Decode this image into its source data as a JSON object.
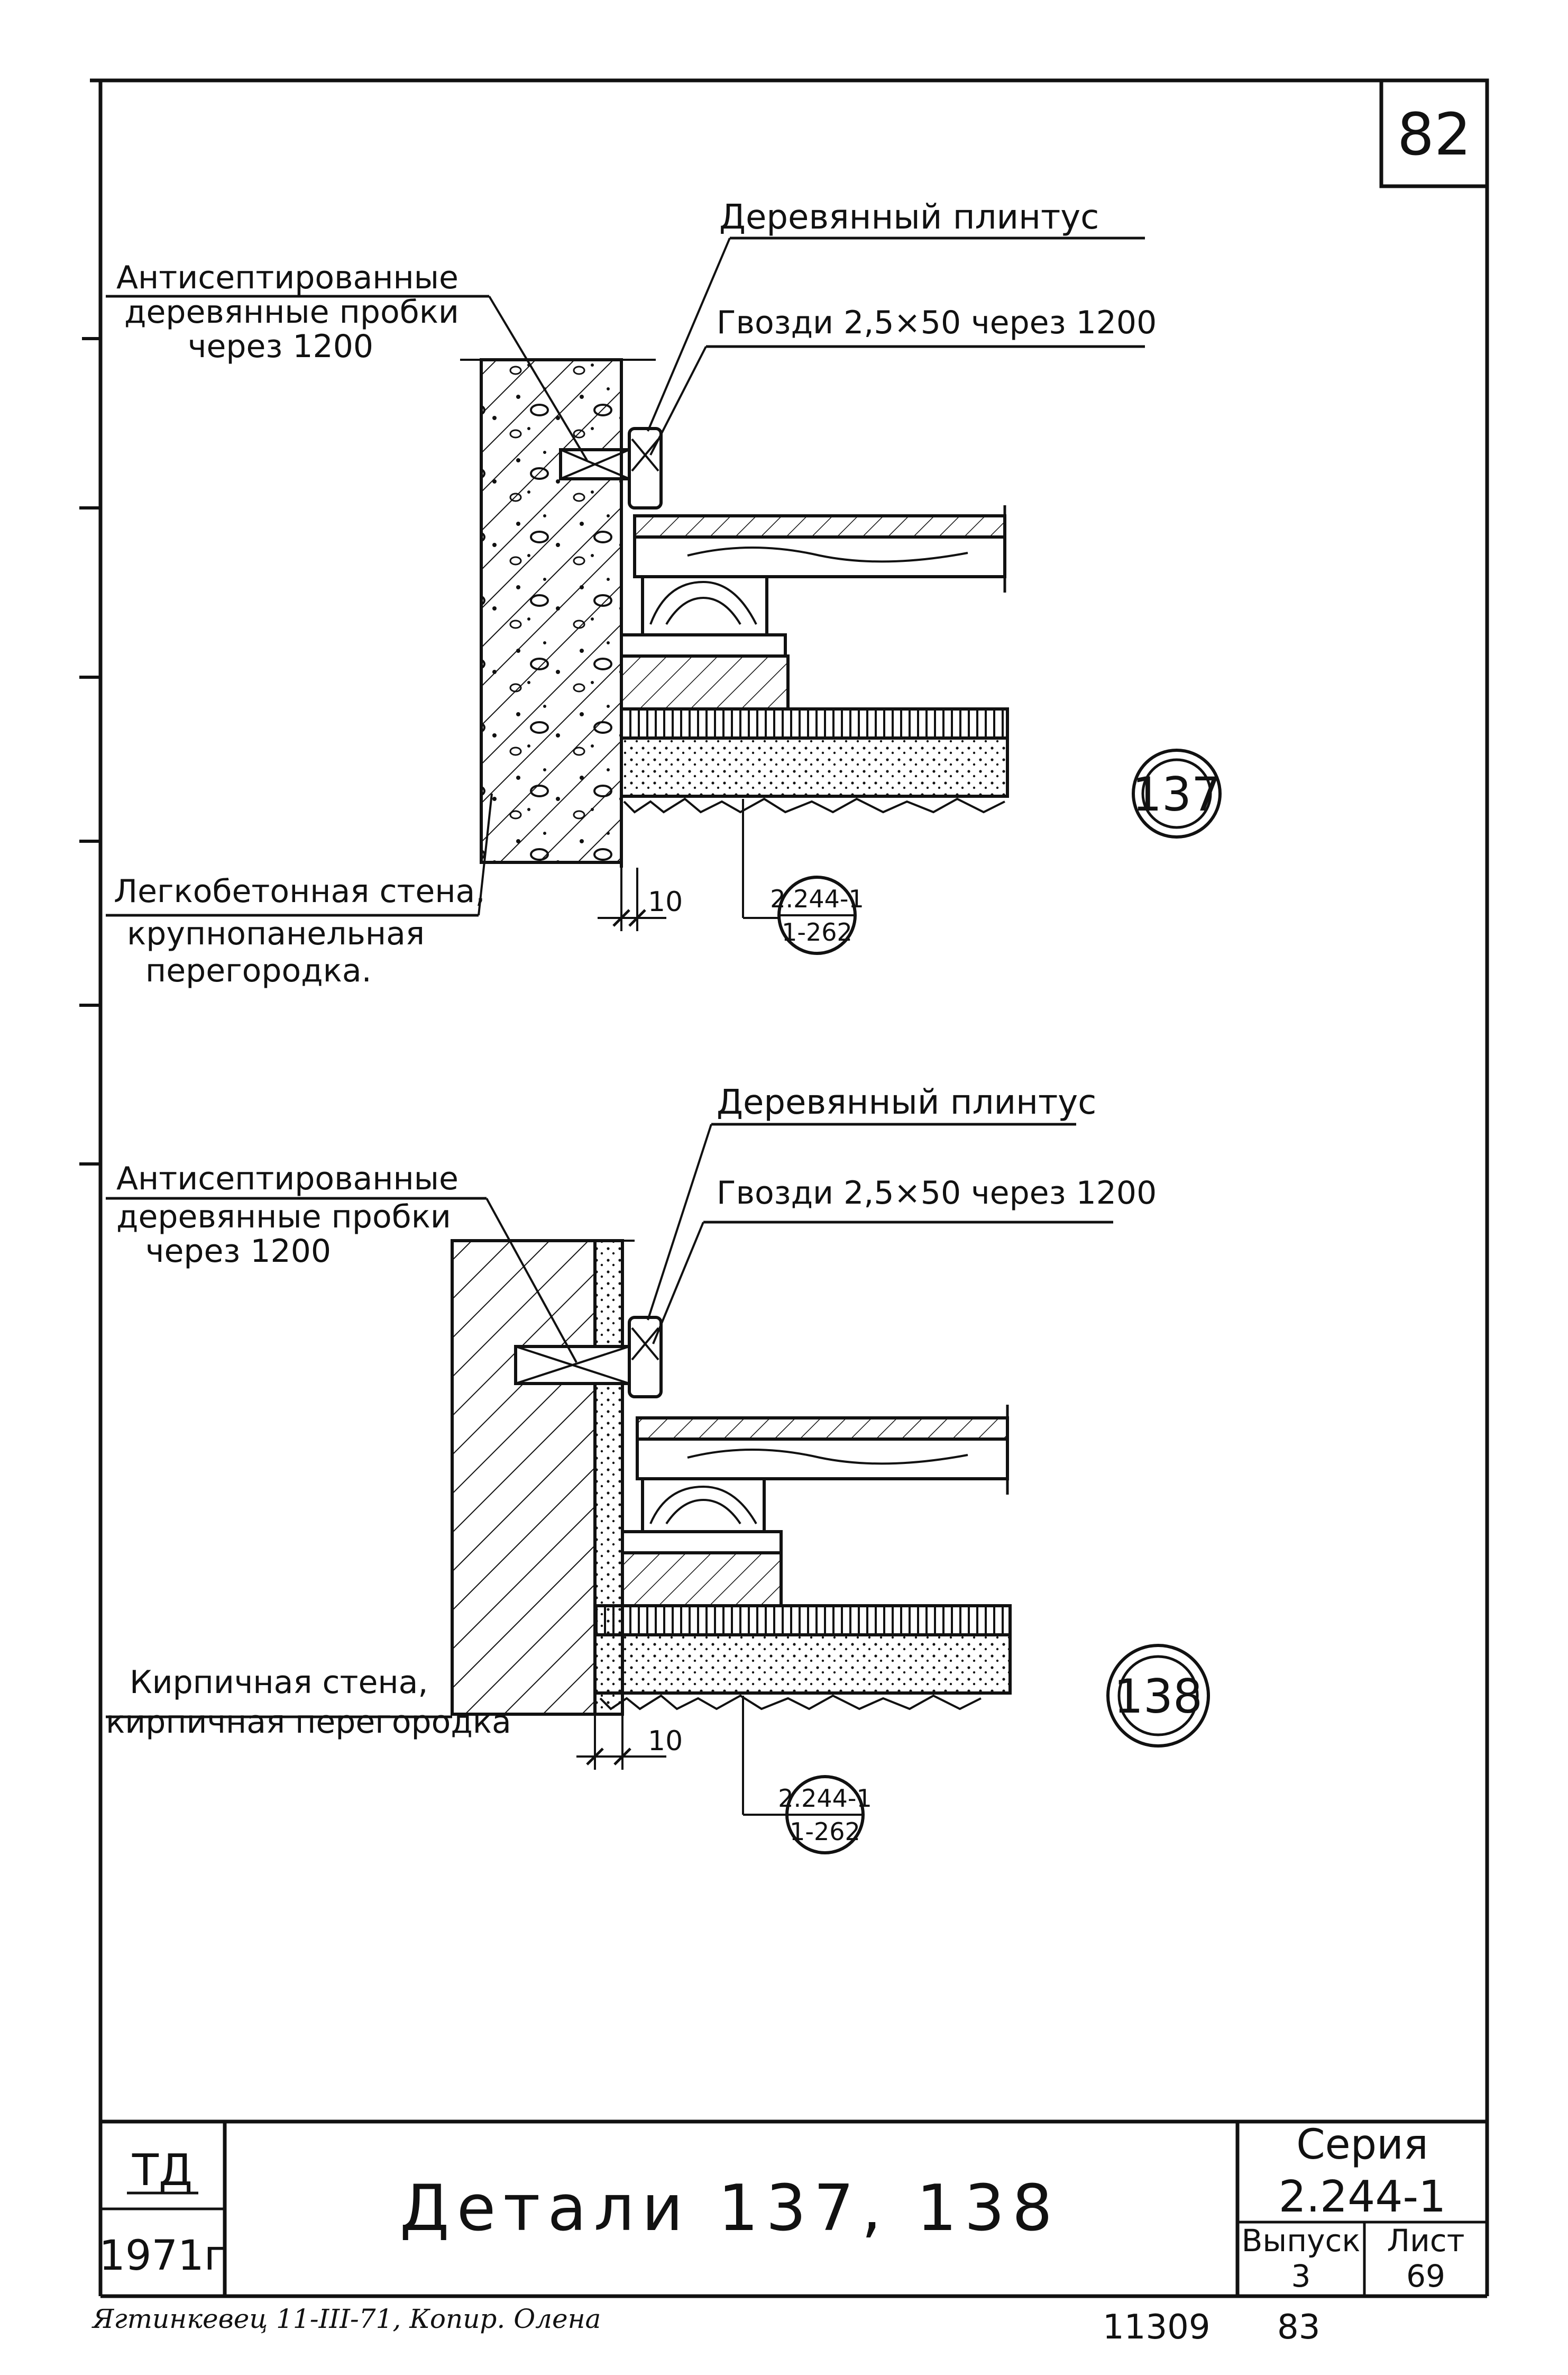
{
  "sheet_number": "82",
  "details": [
    {
      "number": "137",
      "label_plinth": "Деревянный плинтус",
      "label_nails": "Гвозди 2,5×50 через 1200",
      "label_plugs": [
        "Антисептированные",
        "деревянные пробки",
        "через 1200"
      ],
      "label_wall": [
        "Легкобетонная стена,",
        "крупнопанельная",
        "перегородка."
      ],
      "dimension": "10",
      "ref_top": "2.244-1",
      "ref_bottom": "1-262"
    },
    {
      "number": "138",
      "label_plinth": "Деревянный плинтус",
      "label_nails": "Гвозди 2,5×50 через 1200",
      "label_plugs": [
        "Антисептированные",
        "деревянные пробки",
        "через 1200"
      ],
      "label_wall": [
        "Кирпичная стена,",
        "кирпичная перегородка"
      ],
      "dimension": "10",
      "ref_top": "2.244-1",
      "ref_bottom": "1-262"
    }
  ],
  "title_block": {
    "org": "ТД",
    "year": "1971г",
    "title": "Детали 137, 138",
    "series_label": "Серия",
    "series": "2.244-1",
    "issue_label": "Выпуск",
    "issue": "3",
    "sheet_label": "Лист",
    "sheet": "69"
  },
  "footer": {
    "handwriting": "Ягтинкевец 11-III-71, Копир. Олена",
    "code1": "11309",
    "code2": "83"
  }
}
